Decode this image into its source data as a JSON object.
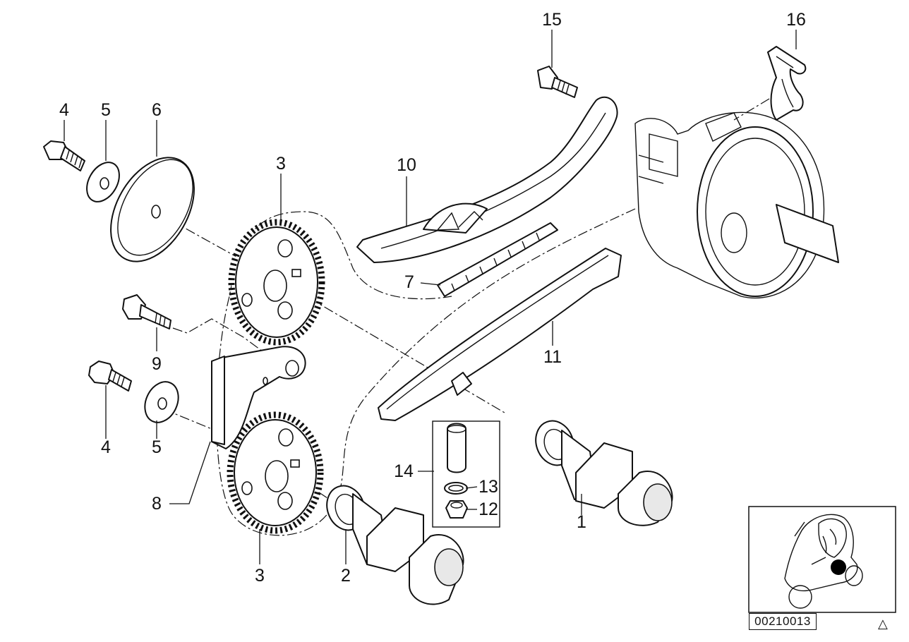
{
  "diagram": {
    "parts": [
      {
        "number": "1"
      },
      {
        "number": "2"
      },
      {
        "number": "3"
      },
      {
        "number": "3"
      },
      {
        "number": "4"
      },
      {
        "number": "4"
      },
      {
        "number": "5"
      },
      {
        "number": "5"
      },
      {
        "number": "6"
      },
      {
        "number": "7"
      },
      {
        "number": "8"
      },
      {
        "number": "9"
      },
      {
        "number": "10"
      },
      {
        "number": "11"
      },
      {
        "number": "12"
      },
      {
        "number": "13"
      },
      {
        "number": "14"
      },
      {
        "number": "15"
      },
      {
        "number": "16"
      }
    ],
    "document_id": "00210013",
    "corner_mark": "△",
    "inset_highlight_color": "#000000",
    "line_color": "#111111"
  }
}
